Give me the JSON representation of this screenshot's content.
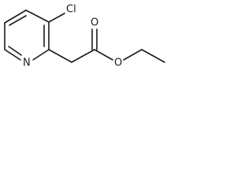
{
  "molecule": {
    "atoms": {
      "chlorine": "Cl",
      "ring_nitrogen": "N",
      "carbonyl_oxygen": "O",
      "ester_oxygen": "O"
    }
  },
  "colors": {
    "bond": "#1a1a1a",
    "background": "#ffffff"
  }
}
